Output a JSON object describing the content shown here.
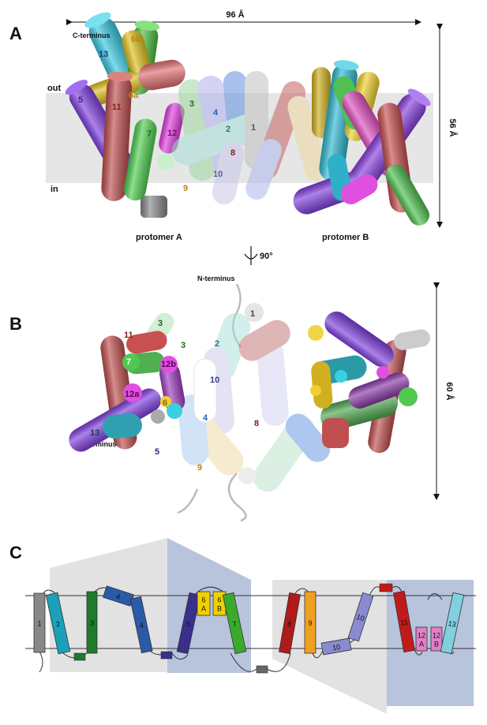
{
  "panels": {
    "a": "A",
    "b": "B",
    "c": "C"
  },
  "panel_a": {
    "width_label": "96 Å",
    "height_label": "56 Å",
    "out_label": "out",
    "in_label": "in",
    "c_terminus": "C-terminus",
    "protomer_a": "protomer A",
    "protomer_b": "protomer B",
    "rotation": "90°",
    "helix_labels": [
      {
        "text": "13",
        "color": "#1f3f7a"
      },
      {
        "text": "6b",
        "color": "#b8860b"
      },
      {
        "text": "6a",
        "color": "#b8860b"
      },
      {
        "text": "5",
        "color": "#3a1f8a"
      },
      {
        "text": "11",
        "color": "#8b1a1a"
      },
      {
        "text": "3",
        "color": "#1f6b1f"
      },
      {
        "text": "4",
        "color": "#2060c0"
      },
      {
        "text": "2",
        "color": "#2a7a7a"
      },
      {
        "text": "1",
        "color": "#555555"
      },
      {
        "text": "12",
        "color": "#8b008b"
      },
      {
        "text": "7",
        "color": "#1f6b1f"
      },
      {
        "text": "8",
        "color": "#8b1a1a"
      },
      {
        "text": "10",
        "color": "#5a5aa0"
      },
      {
        "text": "9",
        "color": "#b8860b"
      }
    ]
  },
  "panel_b": {
    "n_terminus": "N-terminus",
    "c_terminus": "C-terminus",
    "height_label": "60 Å",
    "helix_labels": [
      {
        "text": "1",
        "color": "#444444"
      },
      {
        "text": "3",
        "color": "#1f6b1f"
      },
      {
        "text": "11",
        "color": "#8b1a1a"
      },
      {
        "text": "2",
        "color": "#2a7a7a"
      },
      {
        "text": "3",
        "color": "#1f6b1f"
      },
      {
        "text": "7",
        "color": "#ffffff"
      },
      {
        "text": "12b",
        "color": "#5a005a"
      },
      {
        "text": "10",
        "color": "#3a3a8a"
      },
      {
        "text": "12a",
        "color": "#5a005a"
      },
      {
        "text": "6",
        "color": "#8a6a00"
      },
      {
        "text": "4",
        "color": "#2060c0"
      },
      {
        "text": "8",
        "color": "#8b1a1a"
      },
      {
        "text": "13",
        "color": "#1a3a5a"
      },
      {
        "text": "5",
        "color": "#3a1f8a"
      },
      {
        "text": "9",
        "color": "#b8860b"
      }
    ]
  },
  "panel_c": {
    "helices": [
      {
        "text": "1",
        "color": "#888888"
      },
      {
        "text": "2",
        "color": "#1aa0b8"
      },
      {
        "text": "3",
        "color": "#1f7a2a"
      },
      {
        "text": "4",
        "color": "#2a5aa8"
      },
      {
        "text": "4",
        "color": "#2a5aa8"
      },
      {
        "text": "5",
        "color": "#3a2f8a"
      },
      {
        "text": "6\nA",
        "color": "#f0d000"
      },
      {
        "text": "6\nB",
        "color": "#f0d000"
      },
      {
        "text": "7",
        "color": "#3aaa2a"
      },
      {
        "text": "8",
        "color": "#b01a1a"
      },
      {
        "text": "9",
        "color": "#f0a020"
      },
      {
        "text": "10",
        "color": "#8a8ad0"
      },
      {
        "text": "10",
        "color": "#8a8ad0"
      },
      {
        "text": "11",
        "color": "#c01a1a"
      },
      {
        "text": "12\nA",
        "color": "#e080c8"
      },
      {
        "text": "12\nB",
        "color": "#e080c8"
      },
      {
        "text": "13",
        "color": "#80d0e0"
      }
    ]
  }
}
